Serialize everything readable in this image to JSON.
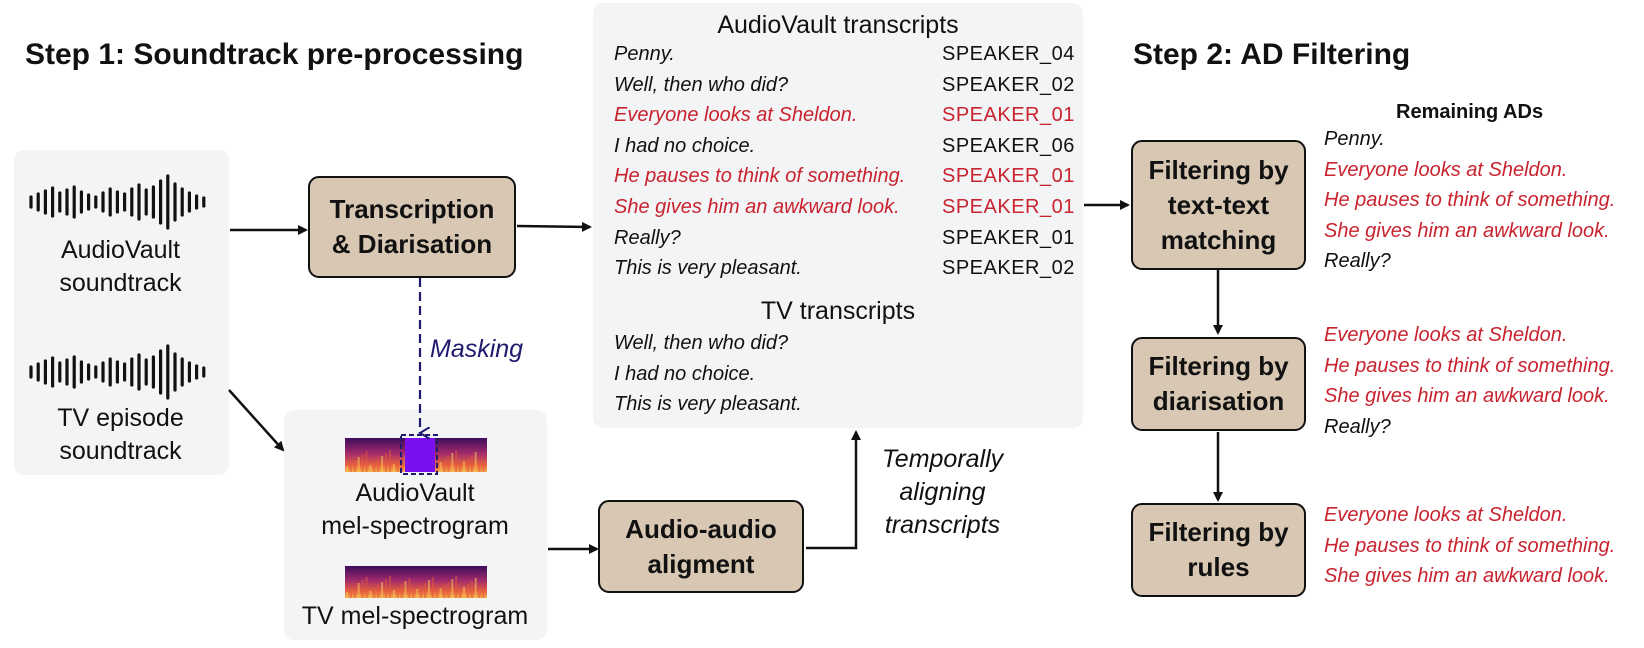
{
  "step1_title": "Step 1: Soundtrack pre-processing",
  "step2_title": "Step 2: AD Filtering",
  "audiovault_soundtrack": {
    "line1": "AudioVault",
    "line2": "soundtrack"
  },
  "tv_soundtrack": {
    "line1": "TV episode",
    "line2": "soundtrack"
  },
  "transcription_box": {
    "line1": "Transcription",
    "line2": "& Diarisation"
  },
  "masking_label": "Masking",
  "spectrograms": {
    "audiovault": {
      "line1": "AudioVault",
      "line2": "mel-spectrogram"
    },
    "tv": "TV mel-spectrogram"
  },
  "alignment_box": {
    "line1": "Audio-audio",
    "line2": "aligment"
  },
  "temporal_label": {
    "line1": "Temporally",
    "line2": "aligning",
    "line3": "transcripts"
  },
  "audiovault_transcripts": {
    "title": "AudioVault transcripts",
    "rows": [
      {
        "text": "Penny.",
        "speaker": "SPEAKER_04",
        "red": false
      },
      {
        "text": "Well, then who did?",
        "speaker": "SPEAKER_02",
        "red": false
      },
      {
        "text": "Everyone looks at Sheldon.",
        "speaker": "SPEAKER_01",
        "red": true
      },
      {
        "text": "I had no choice.",
        "speaker": "SPEAKER_06",
        "red": false
      },
      {
        "text": "He pauses to think of something.",
        "speaker": "SPEAKER_01",
        "red": true
      },
      {
        "text": "She gives him an awkward look.",
        "speaker": "SPEAKER_01",
        "red": true
      },
      {
        "text": "Really?",
        "speaker": "SPEAKER_01",
        "red": false
      },
      {
        "text": "This is very pleasant.",
        "speaker": "SPEAKER_02",
        "red": false
      }
    ]
  },
  "tv_transcripts": {
    "title": "TV transcripts",
    "rows": [
      "Well, then who did?",
      "I had no choice.",
      "This is very pleasant."
    ]
  },
  "filter_boxes": {
    "text": {
      "line1": "Filtering by",
      "line2": "text-text",
      "line3": "matching"
    },
    "diarisation": {
      "line1": "Filtering by",
      "line2": "diarisation"
    },
    "rules": {
      "line1": "Filtering by",
      "line2": "rules"
    }
  },
  "remaining_title": "Remaining ADs",
  "remaining_groups": {
    "after_text": [
      {
        "text": "Penny.",
        "red": false
      },
      {
        "text": "Everyone looks at Sheldon.",
        "red": true
      },
      {
        "text": "He pauses to think of something.",
        "red": true
      },
      {
        "text": "She gives him an awkward look.",
        "red": true
      },
      {
        "text": "Really?",
        "red": false
      }
    ],
    "after_diarisation": [
      {
        "text": "Everyone looks at Sheldon.",
        "red": true
      },
      {
        "text": "He pauses to think of something.",
        "red": true
      },
      {
        "text": "She gives him an awkward look.",
        "red": true
      },
      {
        "text": "Really?",
        "red": false
      }
    ],
    "after_rules": [
      {
        "text": "Everyone looks at Sheldon.",
        "red": true
      },
      {
        "text": "He pauses to think of something.",
        "red": true
      },
      {
        "text": "She gives him an awkward look.",
        "red": true
      }
    ]
  },
  "colors": {
    "box_fill": "#d8c7b2",
    "panel": "#f3f4f6",
    "highlight_red": "#c8232f",
    "masking_blue": "#1f1a6e",
    "mask_purple": "#7a10f0"
  }
}
